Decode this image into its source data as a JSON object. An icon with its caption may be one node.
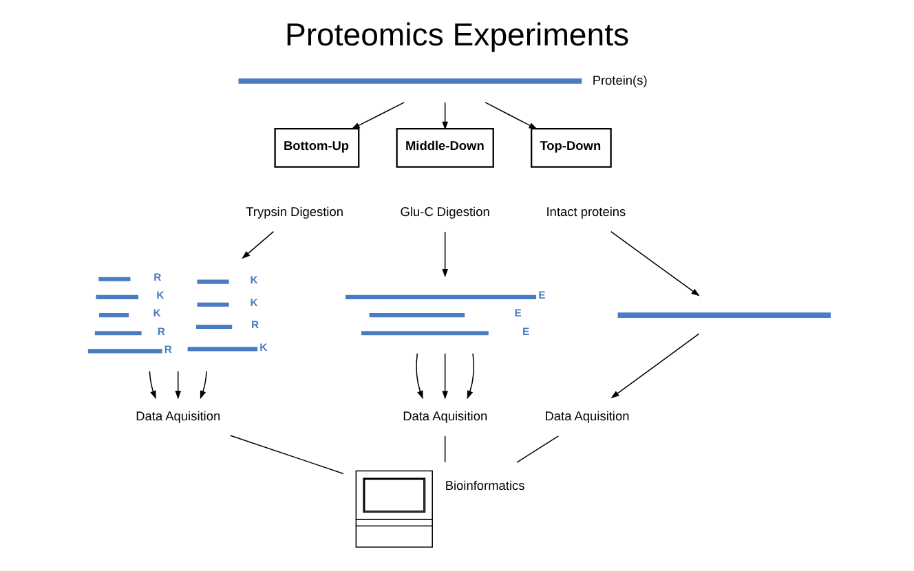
{
  "diagram": {
    "title": "Proteomics Experiments",
    "nodes": [
      {
        "text": [],
        "shape": "bar",
        "beside": [
          "Protein(s)"
        ]
      },
      {
        "text": [
          "Bottom-Up"
        ]
      },
      {
        "text": [
          "Middle-Down"
        ]
      },
      {
        "text": [
          "Top-Down"
        ]
      },
      {
        "text": [
          "Trypsin Digestion"
        ]
      },
      {
        "text": [
          "Glu-C Digestion"
        ]
      },
      {
        "text": [
          "Intact proteins"
        ]
      },
      {
        "text": [],
        "shape": "picture"
      },
      {
        "text": [],
        "shape": "picture"
      },
      {
        "text": [],
        "shape": "bar"
      },
      {
        "text": [
          "Data Aquisition"
        ]
      },
      {
        "text": [
          "Data Aquisition"
        ]
      },
      {
        "text": [
          "Data Aquisition"
        ]
      },
      {
        "text": [],
        "shape": "picture",
        "beside": [
          "Bioinformatics"
        ]
      }
    ],
    "edges": [
      {
        "from": 0,
        "to": 1,
        "arrow": "to"
      },
      {
        "from": 0,
        "to": 2,
        "arrow": "to"
      },
      {
        "from": 0,
        "to": 3,
        "arrow": "to"
      },
      {
        "from": 4,
        "to": 7,
        "arrow": "to"
      },
      {
        "from": 5,
        "to": 8,
        "arrow": "to"
      },
      {
        "from": 6,
        "to": 9,
        "arrow": "to"
      },
      {
        "from": 7,
        "to": 10,
        "arrow": "to"
      },
      {
        "from": 7,
        "to": 10,
        "arrow": "to"
      },
      {
        "from": 7,
        "to": 10,
        "arrow": "to"
      },
      {
        "from": 8,
        "to": 11,
        "arrow": "to"
      },
      {
        "from": 8,
        "to": 11,
        "arrow": "to"
      },
      {
        "from": 8,
        "to": 11,
        "arrow": "to"
      },
      {
        "from": 9,
        "to": 12,
        "arrow": "to"
      },
      {
        "from": 10,
        "to": 13,
        "arrow": "none"
      },
      {
        "from": 11,
        "to": 13,
        "arrow": "none"
      },
      {
        "from": 12,
        "to": 13,
        "arrow": "none"
      }
    ],
    "labels": [
      "R",
      "K",
      "K",
      "R",
      "R",
      "K",
      "K",
      "R",
      "K",
      "E",
      "E",
      "E"
    ]
  }
}
